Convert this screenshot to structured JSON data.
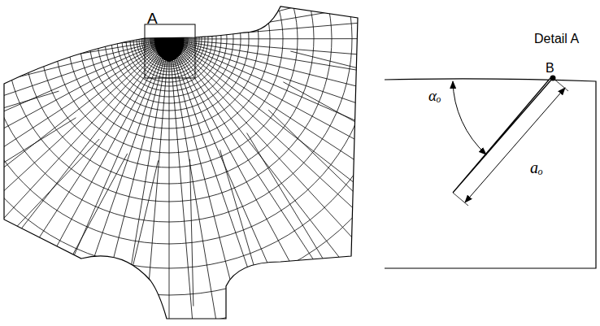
{
  "diagram": {
    "labels": [
      "A",
      "Detail A",
      "B",
      "αₒ",
      "aₒ"
    ]
  }
}
